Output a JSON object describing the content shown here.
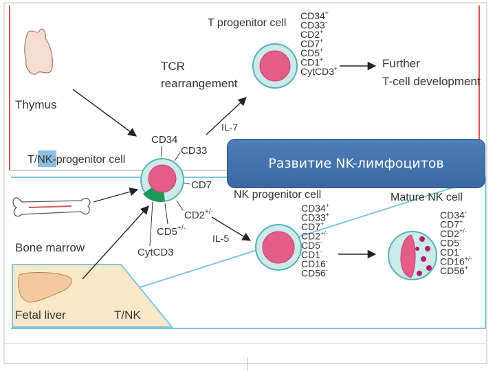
{
  "banner": {
    "title": "Развитие NK-лимфоцитов"
  },
  "labels": {
    "thymus": "Thymus",
    "bone_marrow": "Bone marrow",
    "fetal_liver": "Fetal liver",
    "t_nk_region": "T/NK",
    "tcr_line1": "TCR",
    "tcr_line2": "rearrangement",
    "t_progenitor": "T progenitor cell",
    "further_line1": "Further",
    "further_line2": "T-cell development",
    "nk_progenitor": "NK progenitor cell",
    "mature_nk": "Mature NK cell",
    "il7": "IL-7",
    "il5": "IL-5",
    "tnk_progenitor_prefix": "T/",
    "tnk_progenitor_highlight": "NK",
    "tnk_progenitor_suffix": "-progenitor cell"
  },
  "central_cell_markers": {
    "cd34": "CD34",
    "cd33": "CD33",
    "cd7": "CD7",
    "cd2": "CD2",
    "cd2_sup": "+/-",
    "cd5": "CD5",
    "cd5_sup": "+/-",
    "cytcd3": "CytCD3"
  },
  "t_progenitor_markers": [
    {
      "name": "CD34",
      "sign": "+"
    },
    {
      "name": "CD33",
      "sign": "-"
    },
    {
      "name": "CD2",
      "sign": "+"
    },
    {
      "name": "CD7",
      "sign": "+"
    },
    {
      "name": "CD5",
      "sign": "+"
    },
    {
      "name": "CD1",
      "sign": "+"
    },
    {
      "name": "CytCD3",
      "sign": "+"
    }
  ],
  "nk_progenitor_markers": [
    {
      "name": "CD34",
      "sign": "+"
    },
    {
      "name": "CD33",
      "sign": "+"
    },
    {
      "name": "CD7",
      "sign": "+"
    },
    {
      "name": "CD2",
      "sign": "+/-"
    },
    {
      "name": "CD5",
      "sign": "-"
    },
    {
      "name": "CD1",
      "sign": "-"
    },
    {
      "name": "CD16",
      "sign": "-"
    },
    {
      "name": "CD56",
      "sign": "-"
    }
  ],
  "mature_nk_markers": [
    {
      "name": "CD34",
      "sign": "-"
    },
    {
      "name": "CD7",
      "sign": "+"
    },
    {
      "name": "CD2",
      "sign": "+/-"
    },
    {
      "name": "CD5",
      "sign": "-"
    },
    {
      "name": "CD1",
      "sign": "-"
    },
    {
      "name": "CD16",
      "sign": "+/-"
    },
    {
      "name": "CD56",
      "sign": "+"
    }
  ],
  "colors": {
    "cell_outer": "#cde9ea",
    "cell_border": "#55b0ba",
    "nucleus": "#e35d88",
    "granule": "#b0206f",
    "highlight": "#8fbfe0",
    "green_marker": "#1a9a55",
    "banner": "#3f6fac",
    "region_border": "#7cc6de",
    "fetal_liver_fill": "#fbe8c8",
    "frame_red": "#d9534f"
  }
}
